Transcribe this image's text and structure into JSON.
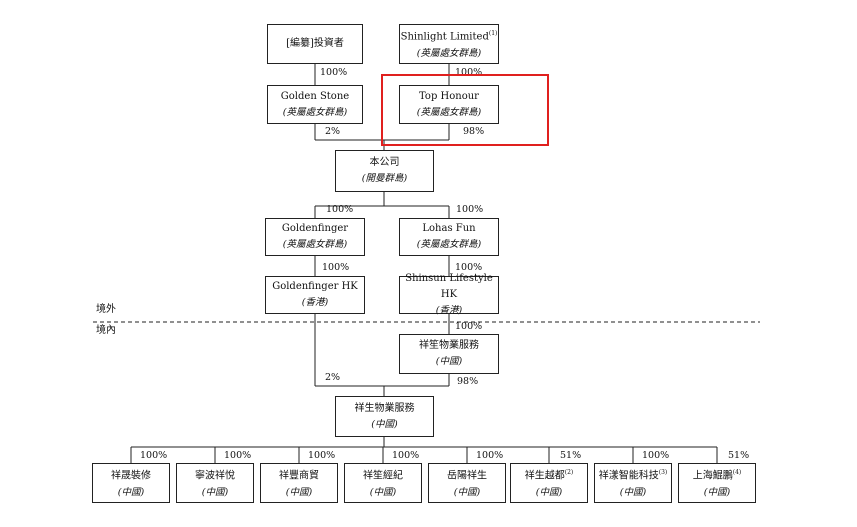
{
  "colors": {
    "line": "#222222",
    "highlight": "#e0201e",
    "background": "#ffffff"
  },
  "entities": {
    "investor": {
      "name": "[編纂]投資者",
      "jurisdiction": ""
    },
    "shinlight": {
      "name": "Shinlight Limited",
      "note": "(1)",
      "jurisdiction": "(英屬處女群島)"
    },
    "golden_stone": {
      "name": "Golden Stone",
      "jurisdiction": "(英屬處女群島)"
    },
    "top_honour": {
      "name": "Top Honour",
      "jurisdiction": "(英屬處女群島)"
    },
    "company": {
      "name": "本公司",
      "jurisdiction": "(開曼群島)"
    },
    "goldenfinger": {
      "name": "Goldenfinger",
      "jurisdiction": "(英屬處女群島)"
    },
    "lohas_fun": {
      "name": "Lohas Fun",
      "jurisdiction": "(英屬處女群島)"
    },
    "goldenfinger_hk": {
      "name": "Goldenfinger HK",
      "jurisdiction": "(香港)"
    },
    "shinsun_lifestyle_hk": {
      "name": "Shinsun Lifestyle HK",
      "jurisdiction": "(香港)"
    },
    "xiangsheng_services_1": {
      "name": "祥笙物業服務",
      "jurisdiction": "(中國)"
    },
    "xiangsheng_services_2": {
      "name": "祥生物業服務",
      "jurisdiction": "(中國)"
    },
    "subsidiaries": [
      {
        "name": "祥晟裝修",
        "note": "",
        "jurisdiction": "(中國)",
        "pct": "100%"
      },
      {
        "name": "寧波祥悅",
        "note": "",
        "jurisdiction": "(中國)",
        "pct": "100%"
      },
      {
        "name": "祥豐商貿",
        "note": "",
        "jurisdiction": "(中國)",
        "pct": "100%"
      },
      {
        "name": "祥笙經紀",
        "note": "",
        "jurisdiction": "(中國)",
        "pct": "100%"
      },
      {
        "name": "岳陽祥生",
        "note": "",
        "jurisdiction": "(中國)",
        "pct": "100%"
      },
      {
        "name": "祥生越都",
        "note": "(2)",
        "jurisdiction": "(中國)",
        "pct": "51%"
      },
      {
        "name": "祥漾智能科技",
        "note": "(3)",
        "jurisdiction": "(中國)",
        "pct": "100%"
      },
      {
        "name": "上海鯤鵬",
        "note": "(4)",
        "jurisdiction": "(中國)",
        "pct": "51%"
      }
    ]
  },
  "percentages": {
    "investor_to_golden_stone": "100%",
    "shinlight_to_top_honour": "100%",
    "golden_stone_to_company": "2%",
    "top_honour_to_company": "98%",
    "company_to_goldenfinger": "100%",
    "company_to_lohas_fun": "100%",
    "goldenfinger_to_hk": "100%",
    "lohas_fun_to_hk": "100%",
    "shinsun_hk_to_xiangsheng_1": "100%",
    "goldenfinger_hk_to_xiangsheng_2": "2%",
    "xiangsheng_1_to_xiangsheng_2": "98%"
  },
  "boundary": {
    "offshore": "境外",
    "onshore": "境內"
  }
}
